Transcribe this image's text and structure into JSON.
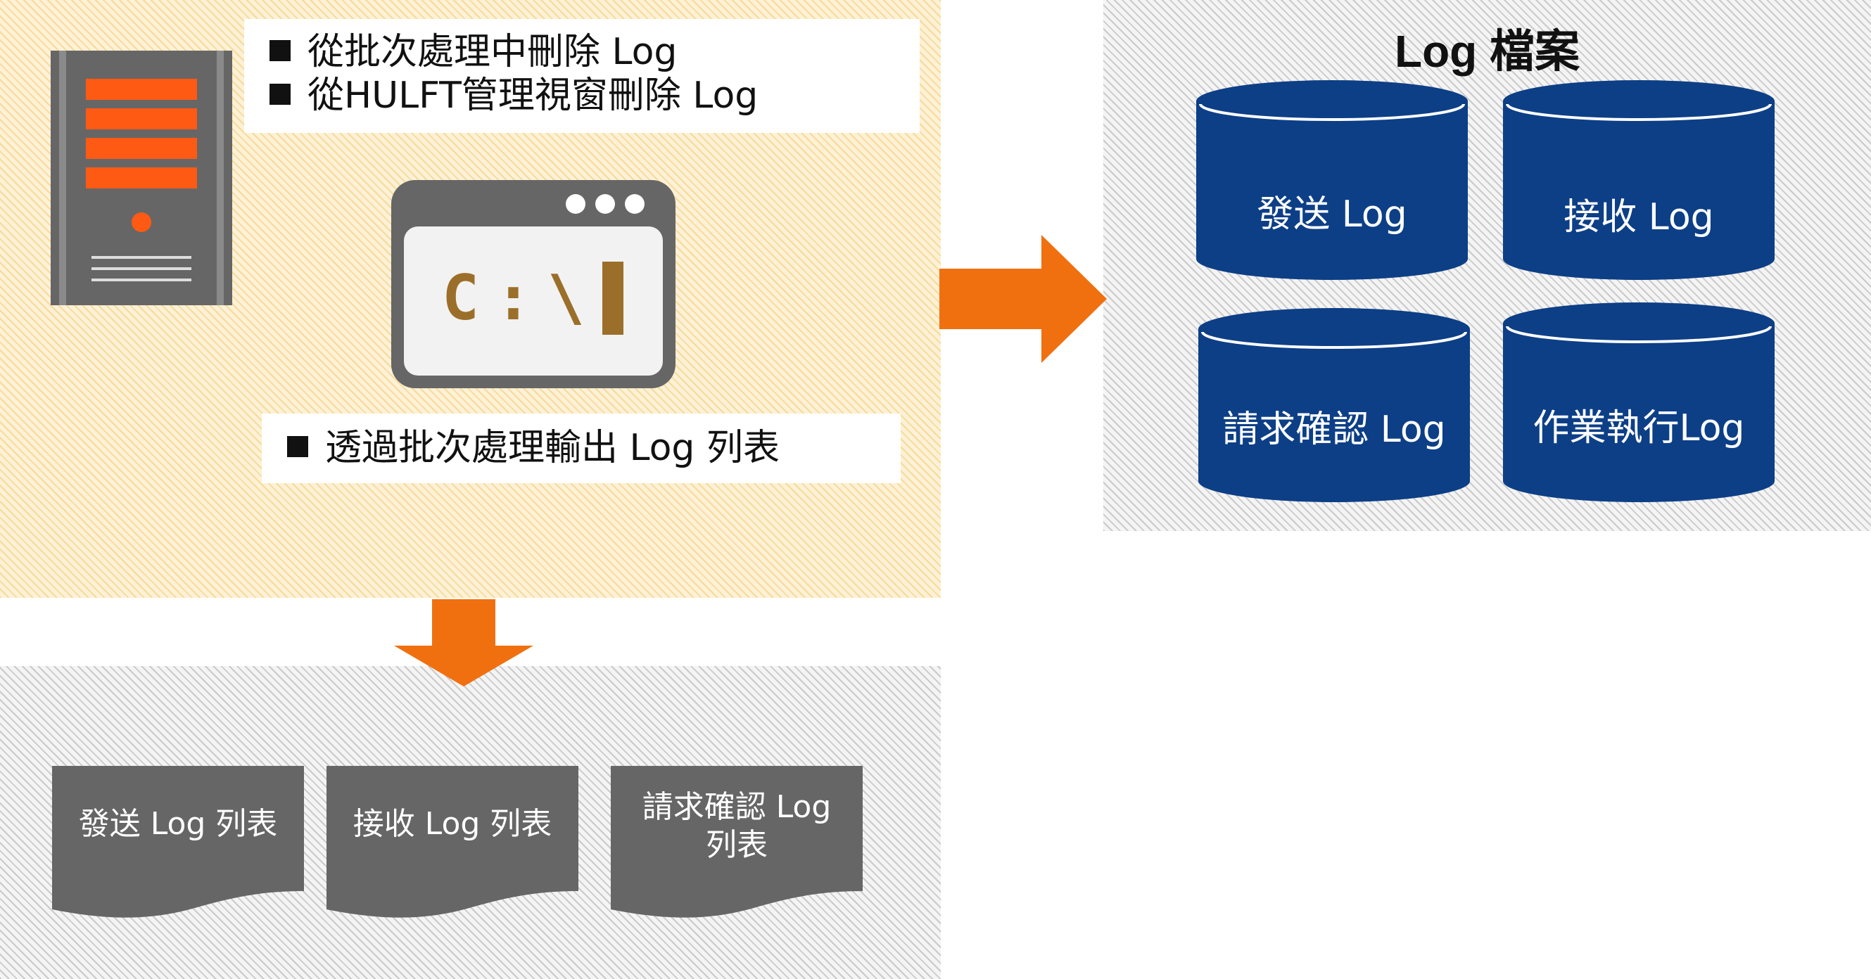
{
  "colors": {
    "orange_accent": "#f07010",
    "server_bar": "#ff5a14",
    "cylinder_blue": "#0d3f87",
    "document_gray": "#666666",
    "console_brown": "#9b6f2a"
  },
  "top_left_box": {
    "items": [
      "從批次處理中刪除 Log",
      "從HULFT管理視窗刪除 Log"
    ]
  },
  "console_window": {
    "icon": "command-prompt-icon",
    "prompt_text": "C:\\"
  },
  "middle_box": {
    "items": [
      "透過批次處理輸出 Log 列表"
    ]
  },
  "log_files": {
    "title": "Log 檔案",
    "cylinders": [
      {
        "label": "發送 Log"
      },
      {
        "label": "接收 Log"
      },
      {
        "label": "請求確認 Log"
      },
      {
        "label": "作業執行Log"
      }
    ]
  },
  "log_lists": {
    "documents": [
      {
        "line1": "發送 Log 列表",
        "line2": ""
      },
      {
        "line1": "接收 Log 列表",
        "line2": ""
      },
      {
        "line1": "請求確認 Log",
        "line2": "列表"
      }
    ]
  }
}
